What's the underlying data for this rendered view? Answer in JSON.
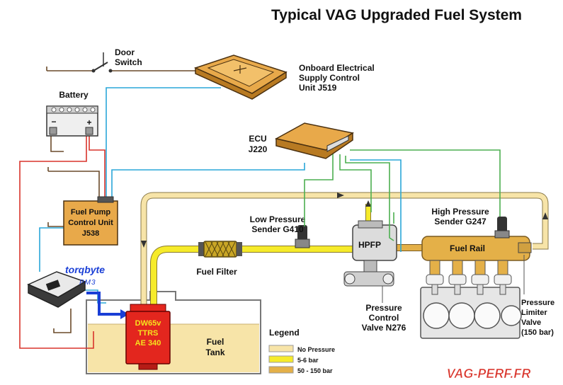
{
  "title": "Typical VAG Upgraded Fuel System",
  "components": {
    "door_switch": [
      "Door",
      "Switch"
    ],
    "j519": [
      "Onboard Electrical",
      "Supply Control",
      "Unit J519"
    ],
    "battery": "Battery",
    "battery_minus": "−",
    "battery_plus": "+",
    "ecu": [
      "ECU",
      "J220"
    ],
    "j538": [
      "Fuel Pump",
      "Control Unit",
      "J538"
    ],
    "pm3_brand": "torqbyte",
    "pm3_model": "PM3",
    "low_sender": [
      "Low Pressure",
      "Sender G410"
    ],
    "hpfp": "HPFP",
    "high_sender": [
      "High Pressure",
      "Sender G247"
    ],
    "fuel_rail": "Fuel Rail",
    "fuel_filter": "Fuel Filter",
    "pump": [
      "DW65v",
      "TTRS",
      "AE 340"
    ],
    "fuel_tank": [
      "Fuel",
      "Tank"
    ],
    "n276": [
      "Pressure",
      "Control",
      "Valve N276"
    ],
    "limiter": [
      "Pressure",
      "Limiter",
      "Valve",
      "(150 bar)"
    ]
  },
  "legend": {
    "title": "Legend",
    "items": [
      {
        "label": "No Pressure",
        "color": "#f7e4a8"
      },
      {
        "label": "5-6 bar",
        "color": "#f6eb2a"
      },
      {
        "label": "50 - 150 bar",
        "color": "#e4b048"
      }
    ]
  },
  "watermark": "VAG-PERF.FR",
  "colors": {
    "wire_red": "#d9342b",
    "wire_blue": "#2aa7d8",
    "wire_green": "#4caf50",
    "wire_brown": "#6a4a2a",
    "arrow_blue": "#1a3fd6",
    "pump_red": "#e3261e",
    "pump_text": "#f6e21e",
    "module_orange": "#e8a94a"
  }
}
